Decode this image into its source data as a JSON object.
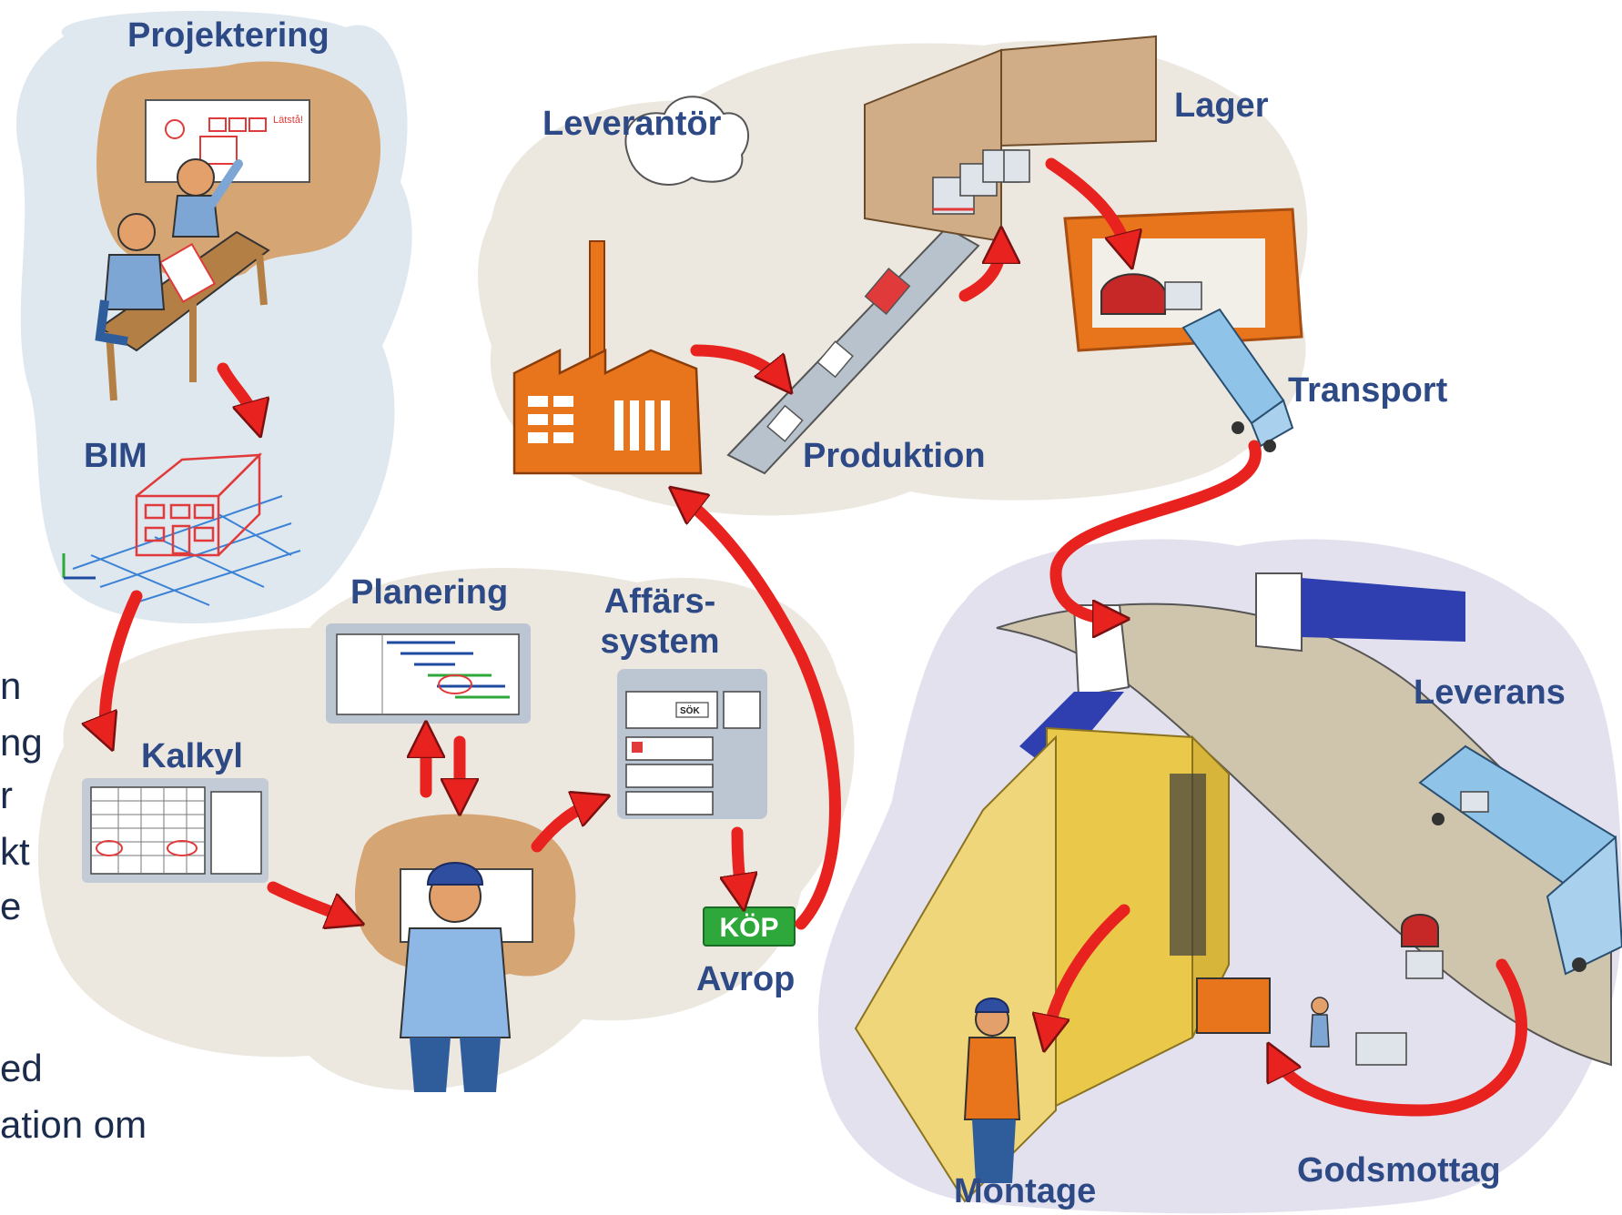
{
  "labels": {
    "projektering": "Projektering",
    "bim": "BIM",
    "kalkyl": "Kalkyl",
    "planering": "Planering",
    "affars_line1": "Affärs-",
    "affars_line2": "system",
    "avrop": "Avrop",
    "kop": "KÖP",
    "sok": "SÖK",
    "leverantor": "Leverantör",
    "lager": "Lager",
    "transport": "Transport",
    "produktion": "Produktion",
    "leverans": "Leverans",
    "montage": "Montage",
    "godsmottag": "Godsmottag",
    "whiteboard_note": "Lätstå!"
  },
  "side_text_fragments": [
    "n",
    "ng",
    "r",
    "kt",
    "e",
    "ed",
    "ation om"
  ],
  "colors": {
    "label": "#2e4a86",
    "arrow": "#e8231f",
    "factory": "#e8741c",
    "cloud_blue": "#dfe8ef",
    "cloud_beige": "#ece8e0",
    "cloud_lavender": "#e3e1ee",
    "cardboard": "#d0ad86",
    "truck": "#8fc3e8",
    "building_yellow": "#e9c84a",
    "kop_green": "#2ea83a"
  }
}
